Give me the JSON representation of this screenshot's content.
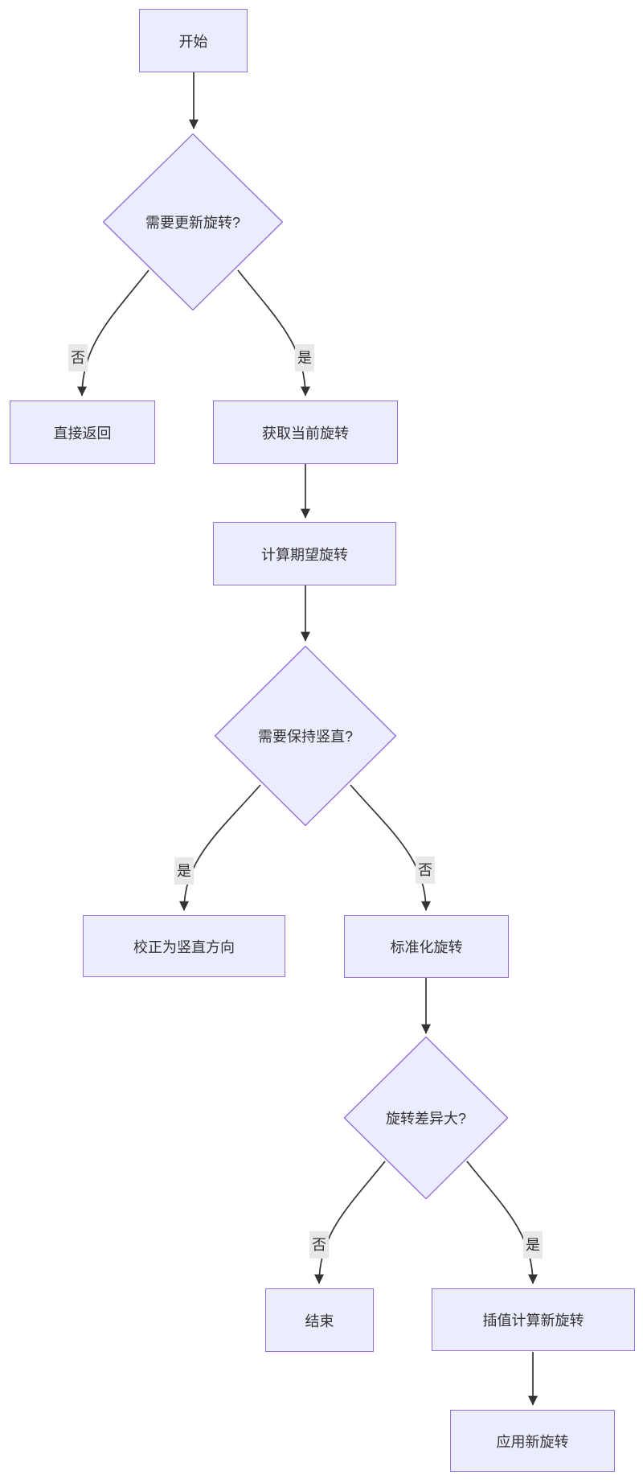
{
  "flowchart": {
    "colors": {
      "node_fill": "#ECECFF",
      "node_border": "#9370DB",
      "edge": "#333333",
      "text": "#333333",
      "edge_label_bg": "#e8e8e8",
      "background": "#ffffff"
    },
    "nodes": {
      "start": {
        "type": "process",
        "label": "开始"
      },
      "need_update": {
        "type": "decision",
        "label": "需要更新旋转?"
      },
      "direct_return": {
        "type": "process",
        "label": "直接返回"
      },
      "get_current": {
        "type": "process",
        "label": "获取当前旋转"
      },
      "calc_expected": {
        "type": "process",
        "label": "计算期望旋转"
      },
      "keep_upright": {
        "type": "decision",
        "label": "需要保持竖直?"
      },
      "correct_upright": {
        "type": "process",
        "label": "校正为竖直方向"
      },
      "normalize": {
        "type": "process",
        "label": "标准化旋转"
      },
      "diff_large": {
        "type": "decision",
        "label": "旋转差异大?"
      },
      "end": {
        "type": "process",
        "label": "结束"
      },
      "interpolate": {
        "type": "process",
        "label": "插值计算新旋转"
      },
      "apply": {
        "type": "process",
        "label": "应用新旋转"
      }
    },
    "edge_labels": {
      "need_update_no": "否",
      "need_update_yes": "是",
      "keep_upright_yes": "是",
      "keep_upright_no": "否",
      "diff_large_no": "否",
      "diff_large_yes": "是"
    }
  }
}
